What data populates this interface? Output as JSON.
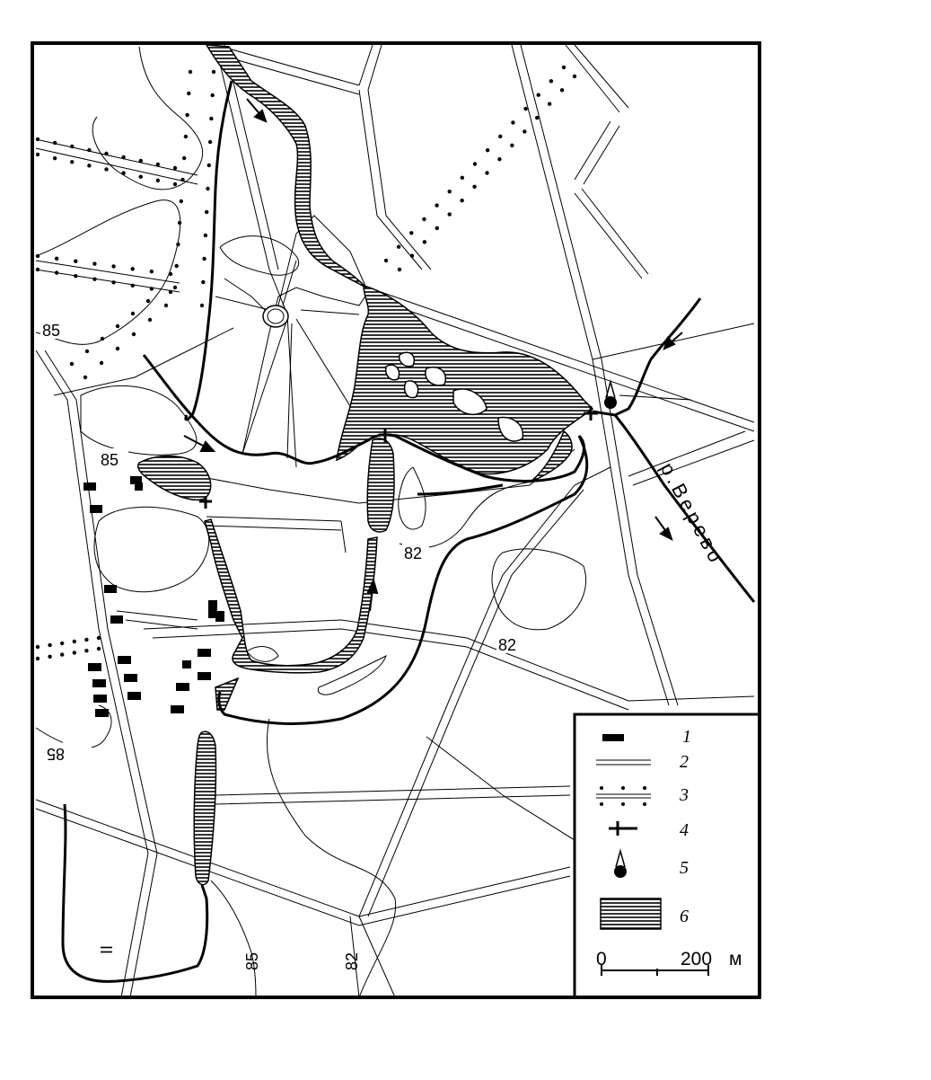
{
  "map": {
    "river_name": "р.Верево",
    "contour_labels": [
      "85",
      "85",
      "85",
      "82",
      "82",
      "85",
      "82"
    ],
    "track_mark": "II"
  },
  "legend": {
    "items": [
      {
        "key": "1",
        "symbol": "building-symbol"
      },
      {
        "key": "2",
        "symbol": "road-double-line-symbol"
      },
      {
        "key": "3",
        "symbol": "tree-lined-road-symbol"
      },
      {
        "key": "4",
        "symbol": "dam-cross-symbol"
      },
      {
        "key": "5",
        "symbol": "spring-symbol"
      },
      {
        "key": "6",
        "symbol": "water-hatch-symbol"
      }
    ]
  },
  "scale": {
    "start": "0",
    "end": "200",
    "unit": "м"
  },
  "colors": {
    "ink": "#000000",
    "paper": "#ffffff"
  }
}
